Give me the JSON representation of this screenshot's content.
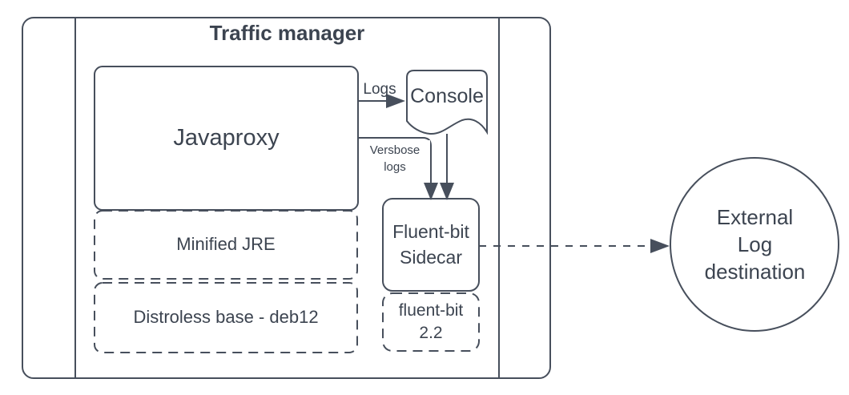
{
  "diagram": {
    "container": {
      "title": "Traffic manager"
    },
    "nodes": {
      "javaproxy": {
        "label": "Javaproxy"
      },
      "minified_jre": {
        "label": "Minified JRE"
      },
      "distroless_base": {
        "label": "Distroless base - deb12"
      },
      "console": {
        "label": "Console"
      },
      "fluent_bit_sidecar": {
        "label": "Fluent-bit\nSidecar"
      },
      "fluent_bit_version": {
        "label": "fluent-bit\n2.2"
      },
      "external_log_destination": {
        "label": "External\nLog\ndestination"
      }
    },
    "edges": {
      "logs": {
        "label": "Logs"
      },
      "verbose_logs": {
        "label": "Versbose\nlogs"
      }
    },
    "colors": {
      "stroke": "#474f5c",
      "text": "#3c4450",
      "background": "#ffffff"
    }
  }
}
